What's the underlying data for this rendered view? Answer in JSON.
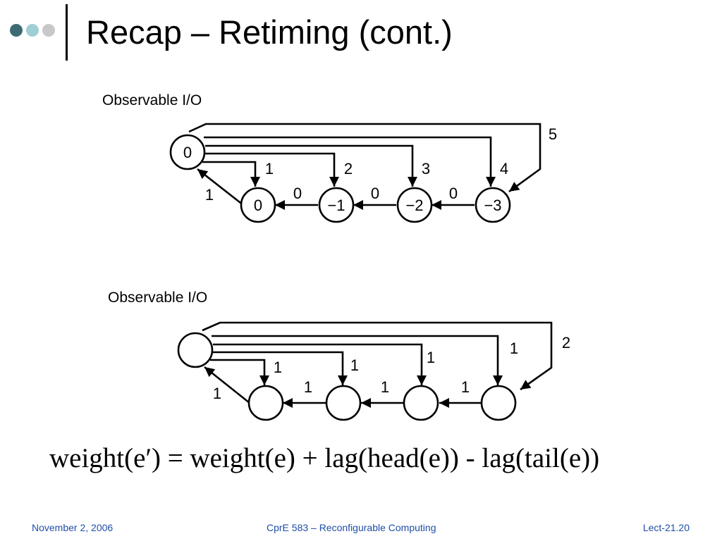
{
  "slide": {
    "title": "Recap – Retiming (cont.)",
    "formula": "weight(e′) = weight(e) + lag(head(e)) - lag(tail(e))"
  },
  "footer": {
    "date": "November 2, 2006",
    "course": "CprE 583 – Reconfigurable Computing",
    "page": "Lect-21.20"
  },
  "colors": {
    "dot_dark": "#3d6b74",
    "dot_mid": "#9fcfd3",
    "dot_light": "#c8c8c8",
    "footer_text": "#1f4ea8",
    "diagram_stroke": "#000000"
  },
  "diagrams": [
    {
      "heading": "Observable I/O",
      "host_label": "0",
      "node_labels": [
        "0",
        "−1",
        "−2",
        "−3"
      ],
      "host_edge_weights": [
        "1",
        "2",
        "3",
        "4"
      ],
      "chain_edge_weights": [
        "0",
        "0",
        "0"
      ],
      "return_edge_weight": "1",
      "feedback_edge_weight": "5"
    },
    {
      "heading": "Observable I/O",
      "host_label": "",
      "node_labels": [
        "",
        "",
        "",
        ""
      ],
      "host_edge_weights": [
        "1",
        "1",
        "1",
        "1"
      ],
      "chain_edge_weights": [
        "1",
        "1",
        "1"
      ],
      "return_edge_weight": "1",
      "feedback_edge_weight": "2"
    }
  ]
}
